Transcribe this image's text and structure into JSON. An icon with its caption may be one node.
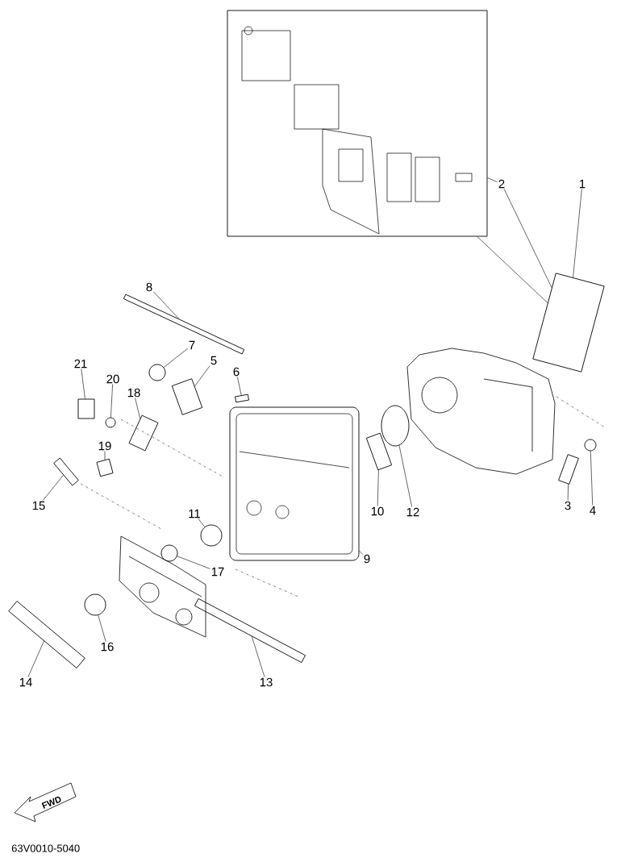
{
  "diagram": {
    "nodes": [
      {
        "text": [
          "1"
        ]
      },
      {
        "text": [
          "2"
        ]
      },
      {
        "text": [
          "3"
        ]
      },
      {
        "text": [
          "4"
        ]
      },
      {
        "text": [
          "5"
        ]
      },
      {
        "text": [
          "6"
        ]
      },
      {
        "text": [
          "7"
        ]
      },
      {
        "text": [
          "8"
        ]
      },
      {
        "text": [
          "9"
        ]
      },
      {
        "text": [
          "10"
        ]
      },
      {
        "text": [
          "11"
        ]
      },
      {
        "text": [
          "12"
        ]
      },
      {
        "text": [
          "13"
        ]
      },
      {
        "text": [
          "14"
        ]
      },
      {
        "text": [
          "15"
        ]
      },
      {
        "text": [
          "16"
        ]
      },
      {
        "text": [
          "17"
        ]
      },
      {
        "text": [
          "18"
        ]
      },
      {
        "text": [
          "19"
        ]
      },
      {
        "text": [
          "20"
        ]
      },
      {
        "text": [
          "21"
        ]
      },
      {
        "text": [],
        "shape": "picture"
      },
      {
        "text": [],
        "shape": "box"
      },
      {
        "text": [],
        "shape": "picture"
      },
      {
        "text": [],
        "shape": "circle"
      },
      {
        "text": [],
        "shape": "picture"
      },
      {
        "text": [],
        "shape": "box"
      },
      {
        "text": [],
        "shape": "circle"
      },
      {
        "text": [],
        "shape": "picture"
      },
      {
        "text": [],
        "shape": "picture"
      },
      {
        "text": [],
        "shape": "picture"
      },
      {
        "text": [],
        "shape": "circle"
      },
      {
        "text": [],
        "shape": "circle"
      },
      {
        "text": [],
        "shape": "bar"
      },
      {
        "text": [],
        "shape": "picture"
      },
      {
        "text": [],
        "shape": "picture"
      },
      {
        "text": [],
        "shape": "circle"
      },
      {
        "text": [],
        "shape": "circle"
      },
      {
        "text": [],
        "shape": "picture"
      },
      {
        "text": [],
        "shape": "picture"
      },
      {
        "text": [],
        "shape": "picture"
      },
      {
        "text": [],
        "shape": "box"
      }
    ],
    "edges": [
      {
        "from": 0,
        "to": 21,
        "arrow": "none"
      },
      {
        "from": 1,
        "to": 22,
        "arrow": "none"
      },
      {
        "from": 1,
        "to": 21,
        "arrow": "none"
      },
      {
        "from": 22,
        "to": 21,
        "arrow": "none"
      },
      {
        "from": 2,
        "to": 23,
        "arrow": "none"
      },
      {
        "from": 3,
        "to": 24,
        "arrow": "none"
      },
      {
        "from": 4,
        "to": 25,
        "arrow": "none"
      },
      {
        "from": 5,
        "to": 26,
        "arrow": "none"
      },
      {
        "from": 6,
        "to": 27,
        "arrow": "none"
      },
      {
        "from": 7,
        "to": 28,
        "arrow": "none"
      },
      {
        "from": 8,
        "to": 29,
        "arrow": "none"
      },
      {
        "from": 9,
        "to": 30,
        "arrow": "none"
      },
      {
        "from": 10,
        "to": 31,
        "arrow": "none"
      },
      {
        "from": 11,
        "to": 32,
        "arrow": "none"
      },
      {
        "from": 12,
        "to": 33,
        "arrow": "none"
      },
      {
        "from": 13,
        "to": 34,
        "arrow": "none"
      },
      {
        "from": 14,
        "to": 35,
        "arrow": "none"
      },
      {
        "from": 15,
        "to": 36,
        "arrow": "none"
      },
      {
        "from": 16,
        "to": 37,
        "arrow": "none"
      },
      {
        "from": 17,
        "to": 38,
        "arrow": "none"
      },
      {
        "from": 18,
        "to": 39,
        "arrow": "none"
      },
      {
        "from": 19,
        "to": 40,
        "arrow": "none"
      },
      {
        "from": 20,
        "to": 41,
        "arrow": "none"
      }
    ],
    "labels": [
      "FWD",
      "63V0010-5040"
    ]
  }
}
